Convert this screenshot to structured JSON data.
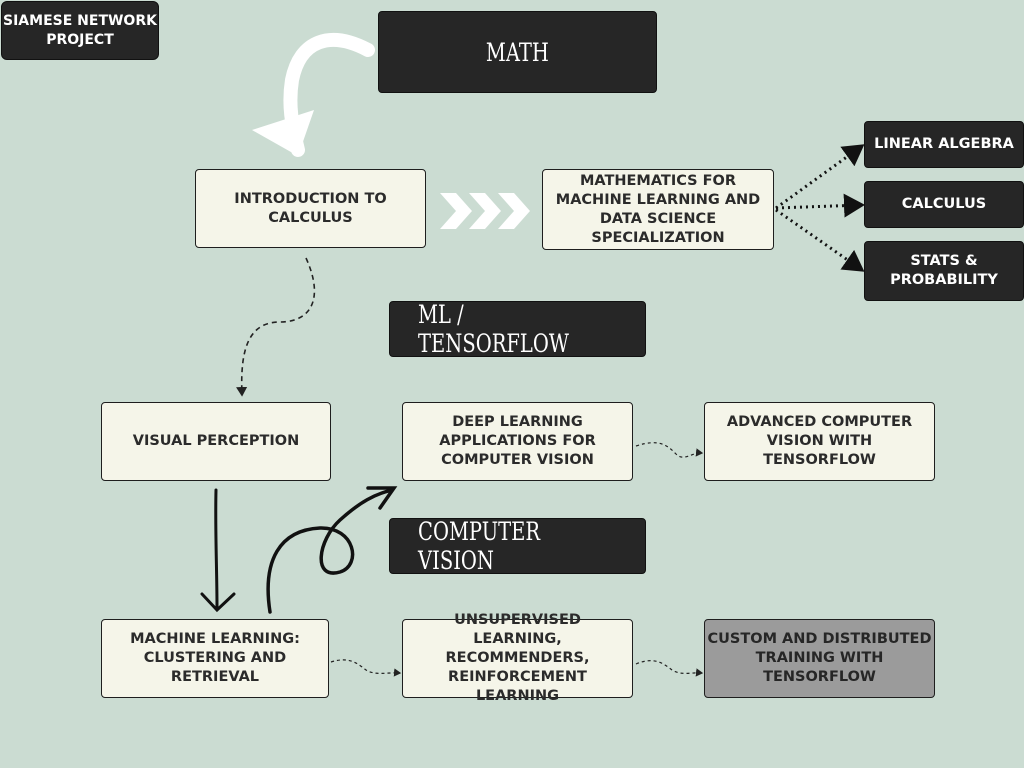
{
  "badge": "SIAMESE NETWORK PROJECT",
  "headings": {
    "math": "MATH",
    "ml": "ML / TENSORFLOW",
    "cv": "COMPUTER VISION"
  },
  "nodes": {
    "intro_calculus": "INTRODUCTION TO CALCULUS",
    "math_ml_specialization": "MATHEMATICS FOR MACHINE LEARNING AND DATA SCIENCE SPECIALIZATION",
    "linear_algebra": "LINEAR ALGEBRA",
    "calculus": "CALCULUS",
    "stats_probability": "STATS & PROBABILITY",
    "visual_perception": "VISUAL PERCEPTION",
    "deep_learning_cv": "DEEP LEARNING APPLICATIONS FOR COMPUTER VISION",
    "advanced_cv": "ADVANCED COMPUTER VISION WITH TENSORFLOW",
    "ml_clustering": "MACHINE LEARNING: CLUSTERING AND RETRIEVAL",
    "unsupervised": "UNSUPERVISED LEARNING, RECOMMENDERS, REINFORCEMENT LEARNING",
    "custom_training": "CUSTOM AND DISTRIBUTED TRAINING WITH TENSORFLOW"
  },
  "colors": {
    "background": "#cbdcd2",
    "light_box": "#f5f5e9",
    "dark_box": "#262626",
    "grey_box": "#9b9b9b"
  }
}
